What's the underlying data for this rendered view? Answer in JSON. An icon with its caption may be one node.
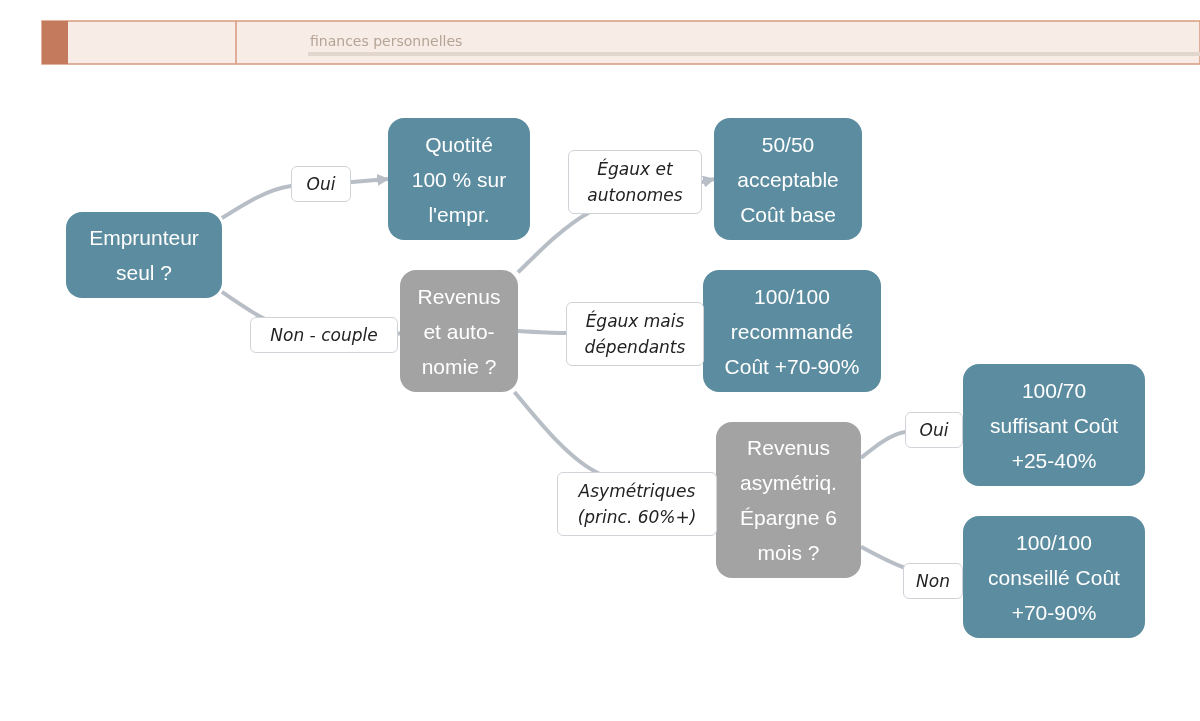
{
  "diagram": {
    "nodes": [
      {
        "text": [
          "Emprunteur seul ?"
        ]
      },
      {
        "text": [
          "Quotité 100 % sur l'empr."
        ]
      },
      {
        "text": [
          "Revenus et auto-nomie ?"
        ]
      },
      {
        "text": [
          "50/50 acceptable Coût base"
        ]
      },
      {
        "text": [
          "100/100 recommandé Coût +70-90%"
        ]
      },
      {
        "text": [
          "Revenus asymétriq. Épargne 6 mois ?"
        ]
      },
      {
        "text": [
          "100/70 suffisant Coût +25-40%"
        ]
      },
      {
        "text": [
          "100/100 conseillé Coût +70-90%"
        ]
      }
    ],
    "edges": [
      {
        "from": 0,
        "to": 1,
        "arrow": "to",
        "label": "Oui"
      },
      {
        "from": 0,
        "to": 2,
        "arrow": "none",
        "label": "Non - couple"
      },
      {
        "from": 2,
        "to": 3,
        "arrow": "to",
        "label": "Égaux et autonomes"
      },
      {
        "from": 2,
        "to": 4,
        "arrow": "none",
        "label": "Égaux mais dépendants"
      },
      {
        "from": 2,
        "to": 5,
        "arrow": "none",
        "label": "Asymétriques (princ. 60%+)"
      },
      {
        "from": 5,
        "to": 6,
        "arrow": "none",
        "label": "Oui"
      },
      {
        "from": 5,
        "to": 7,
        "arrow": "none",
        "label": "Non"
      }
    ],
    "labels": [
      "finances personnelles"
    ]
  }
}
